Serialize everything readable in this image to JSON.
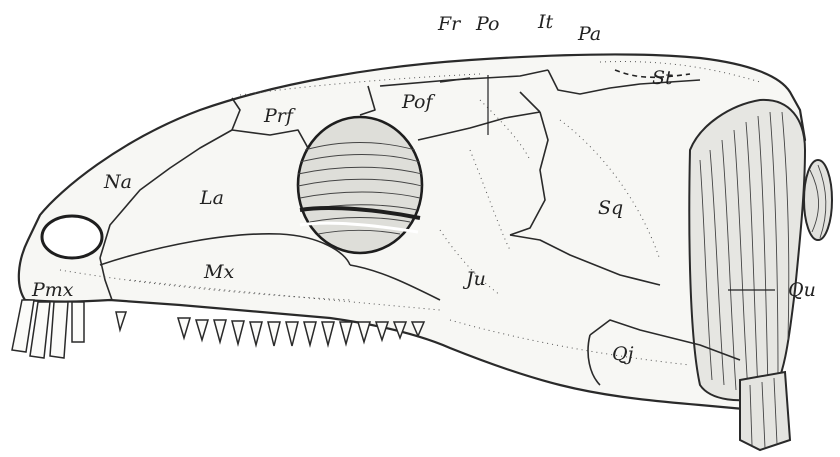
{
  "figure": {
    "labels": {
      "fr": "Fr",
      "po": "Po",
      "it": "It",
      "pa": "Pa",
      "st": "St",
      "prf": "Prf",
      "pof": "Pof",
      "na": "Na",
      "la": "La",
      "mx": "Mx",
      "sq": "Sq",
      "ju": "Ju",
      "pmx": "Pmx",
      "qj": "Qj",
      "qu": "Qu"
    }
  }
}
